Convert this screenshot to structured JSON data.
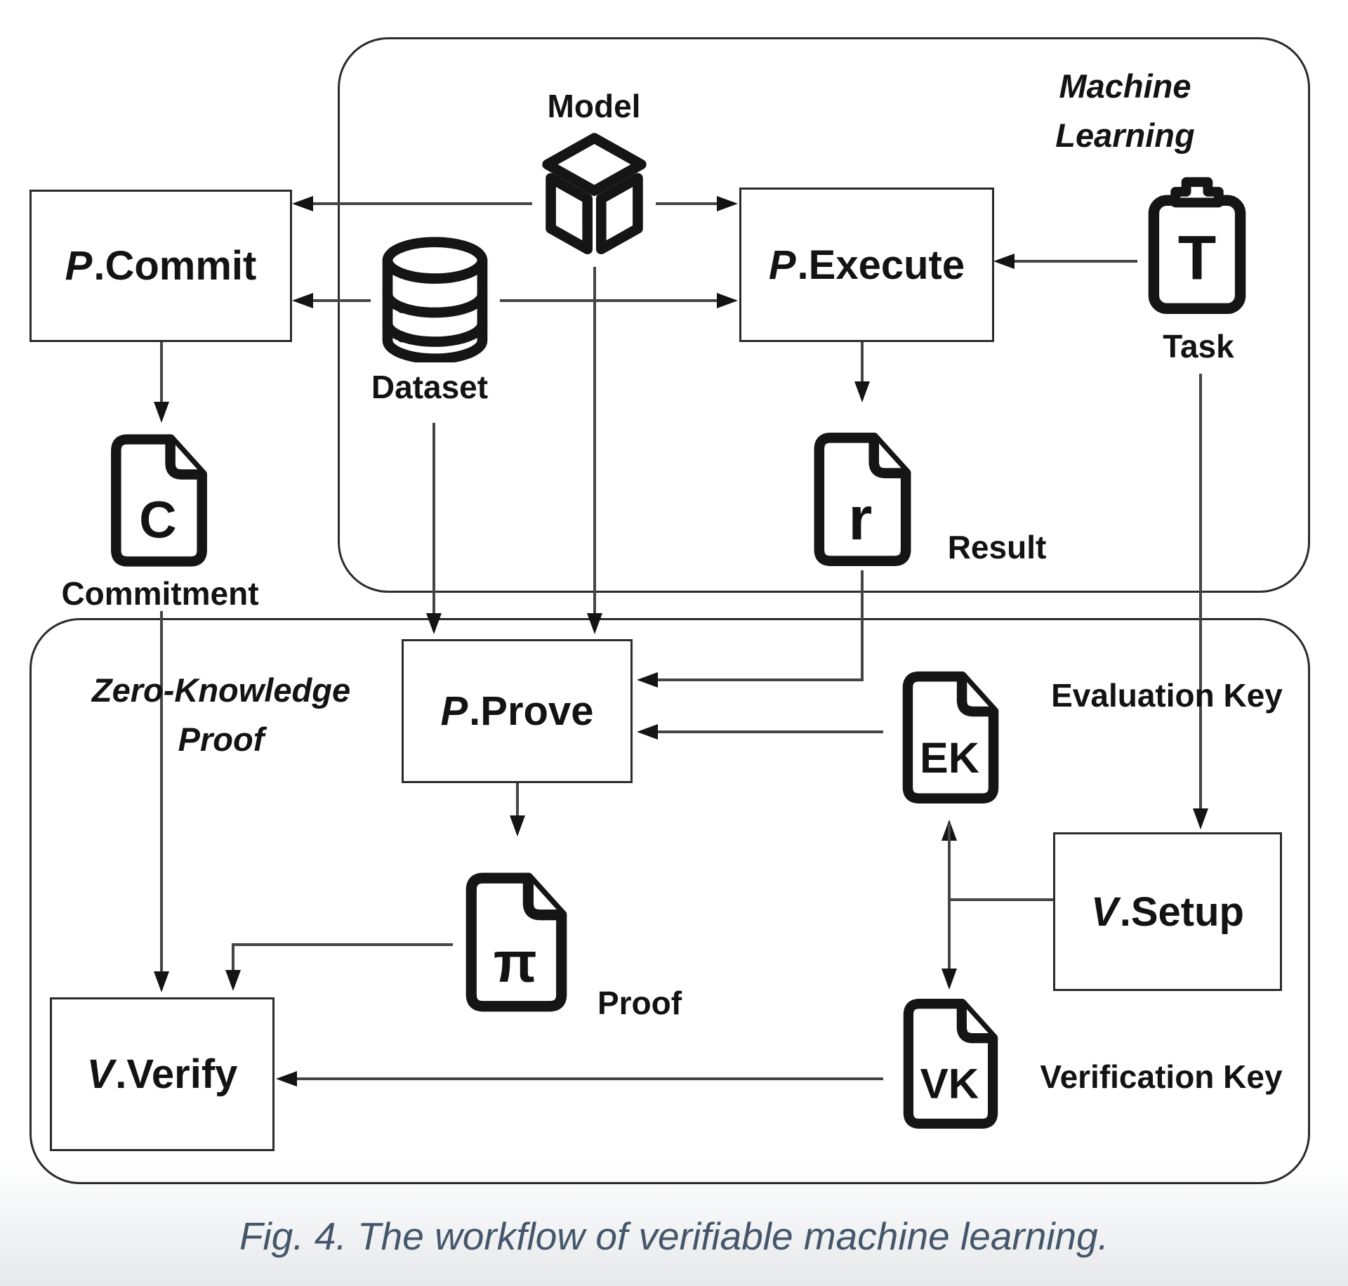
{
  "figure": {
    "caption": "Fig. 4. The workflow of verifiable machine learning.",
    "groups": {
      "ml": {
        "line1": "Machine",
        "line2": "Learning"
      },
      "zk": {
        "line1": "Zero-Knowledge",
        "line2": "Proof"
      }
    },
    "boxes": {
      "commit": {
        "p": "P",
        "name": ".Commit"
      },
      "execute": {
        "p": "P",
        "name": ".Execute"
      },
      "prove": {
        "p": "P",
        "name": ".Prove"
      },
      "setup": {
        "p": "V",
        "name": ".Setup"
      },
      "verify": {
        "p": "V",
        "name": ".Verify"
      }
    },
    "artifacts": {
      "model": {
        "label": "Model"
      },
      "dataset": {
        "label": "Dataset"
      },
      "task": {
        "glyph": "T",
        "label": "Task"
      },
      "commitment": {
        "glyph": "C",
        "label": "Commitment"
      },
      "result": {
        "glyph": "r",
        "label": "Result"
      },
      "evaluation_key": {
        "glyph": "EK",
        "label": "Evaluation Key"
      },
      "proof": {
        "glyph": "π",
        "label": "Proof"
      },
      "verification_key": {
        "glyph": "VK",
        "label": "Verification Key"
      }
    },
    "colors": {
      "line": "#454545",
      "arrowhead": "#141414",
      "border": "#2b2b2b",
      "text": "#131313",
      "caption": "#44566b"
    }
  }
}
